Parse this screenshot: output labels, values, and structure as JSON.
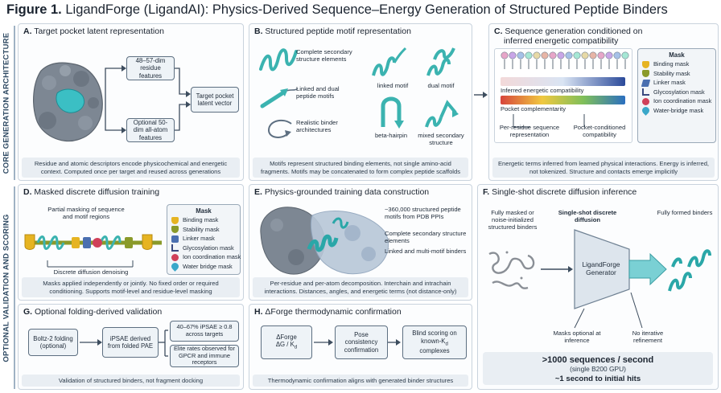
{
  "figure": {
    "label": "Figure 1.",
    "title": "LigandForge (LigandAI): Physics-Derived Sequence–Energy Generation of Structured Peptide Binders"
  },
  "side_labels": {
    "top": "CORE GENERATION ARCHITECTURE",
    "bottom": "OPTIONAL VALIDATION AND SCORING"
  },
  "panel_a": {
    "letter": "A.",
    "title": "Target pocket latent representation",
    "box_residue": "48–57-dim residue features",
    "box_atom": "Optional 50-dim all-atom features",
    "box_latent": "Target pocket latent vector",
    "caption": "Residue and atomic descriptors encode physicochemical and energetic context. Computed once per target and reused across generations"
  },
  "panel_b": {
    "letter": "B.",
    "title": "Structured peptide motif representation",
    "label_secondary": "Complete secondary structure elements",
    "label_linked": "Linked and dual peptide motifs",
    "label_realistic": "Realistic binder architectures",
    "label_linked_motif": "linked motif",
    "label_dual_motif": "dual motif",
    "label_beta": "beta-hairpin",
    "label_mixed": "mixed secondary structure",
    "caption": "Motifs represent structured binding elements, not single amino-acid fragments. Motifs may be concatenated to form complex peptide scaffolds"
  },
  "panel_c": {
    "letter": "C.",
    "title_line1": "Sequence generation conditioned on",
    "title_line2": "inferred energetic compatibility",
    "bar_energy": "Inferred energetic compatibility",
    "bar_pocket": "Pocket complementarity",
    "label_per_residue": "Per-residue sequence representation",
    "label_pocket_conditioned": "Pocket-conditioned compatibility",
    "caption": "Energetic terms inferred from learned physical interactions. Energy is inferred, not tokenized. Structure and contacts emerge implicitly",
    "mask_title": "Mask",
    "masks": [
      "Binding mask",
      "Stability mask",
      "Linker mask",
      "Glycosylation mask",
      "Ion coordination mask",
      "Water-bridge mask"
    ]
  },
  "panel_d": {
    "letter": "D.",
    "title": "Masked discrete diffusion training",
    "label_partial": "Partial masking of sequence and motif regions",
    "label_denoise": "Discrete diffusion denoising",
    "mask_title": "Mask",
    "masks": [
      "Binding mask",
      "Stability mask",
      "Linker mask",
      "Glycosylation mask",
      "Ion coordination mask",
      "Water bridge mask"
    ],
    "caption": "Masks applied independently or jointly. No fixed order or required conditioning. Supports motif-level and residue-level masking"
  },
  "panel_e": {
    "letter": "E.",
    "title": "Physics-grounded training data construction",
    "label_count": "~360,000 structured peptide motifs from PDB PPIs",
    "label_secondary": "Complete secondary structure elements",
    "label_linked": "Linked and multi-motif binders",
    "caption": "Per-residue and per-atom decomposition. Interchain and intrachain interactions. Distances, angles, and energetic terms (not distance-only)"
  },
  "panel_f": {
    "letter": "F.",
    "title": "Single-shot discrete diffusion inference",
    "label_input": "Fully masked or noise-initialized structured binders",
    "label_single_shot": "Single-shot discrete diffusion",
    "generator": "LigandForge Generator",
    "label_output": "Fully formed binders",
    "label_masks_optional": "Masks optional at inference",
    "label_no_iter": "No iterative refinement",
    "stat_throughput": ">1000 sequences / second",
    "stat_gpu": "(single B200 GPU)",
    "stat_time": "~1 second to initial hits"
  },
  "panel_g": {
    "letter": "G.",
    "title": "Optional folding-derived validation",
    "box_boltz": "Boltz-2 folding (optional)",
    "box_ipsae": "iPSAE derived from folded PAE",
    "box_rate": "40–67% iPSAE ≥ 0.8 across targets",
    "box_elite": "Elite rates observed for GPCR and immune receptors",
    "caption": "Validation of structured binders, not fragment docking"
  },
  "panel_h": {
    "letter": "H.",
    "title": "ΔForge thermodynamic confirmation",
    "box_dg_line1": "ΔForge",
    "box_dg_line2": "ΔG / K",
    "box_dg_sub": "d",
    "box_pose": "Pose consistency confirmation",
    "box_blind_line1": "Blind scoring on",
    "box_blind_line2": "known-K",
    "box_blind_sub": "d",
    "box_blind_line3": "complexes",
    "caption": "Thermodynamic confirmation aligns with generated binder structures"
  },
  "colors": {
    "binding": "#e6b422",
    "stability": "#8a9a2a",
    "linker": "#4a6fb0",
    "glycosylation": "#3a4a80",
    "ion": "#d0415a",
    "water": "#3aa7c9",
    "helix": "#3bb3b0",
    "protein": "#7a8592"
  }
}
